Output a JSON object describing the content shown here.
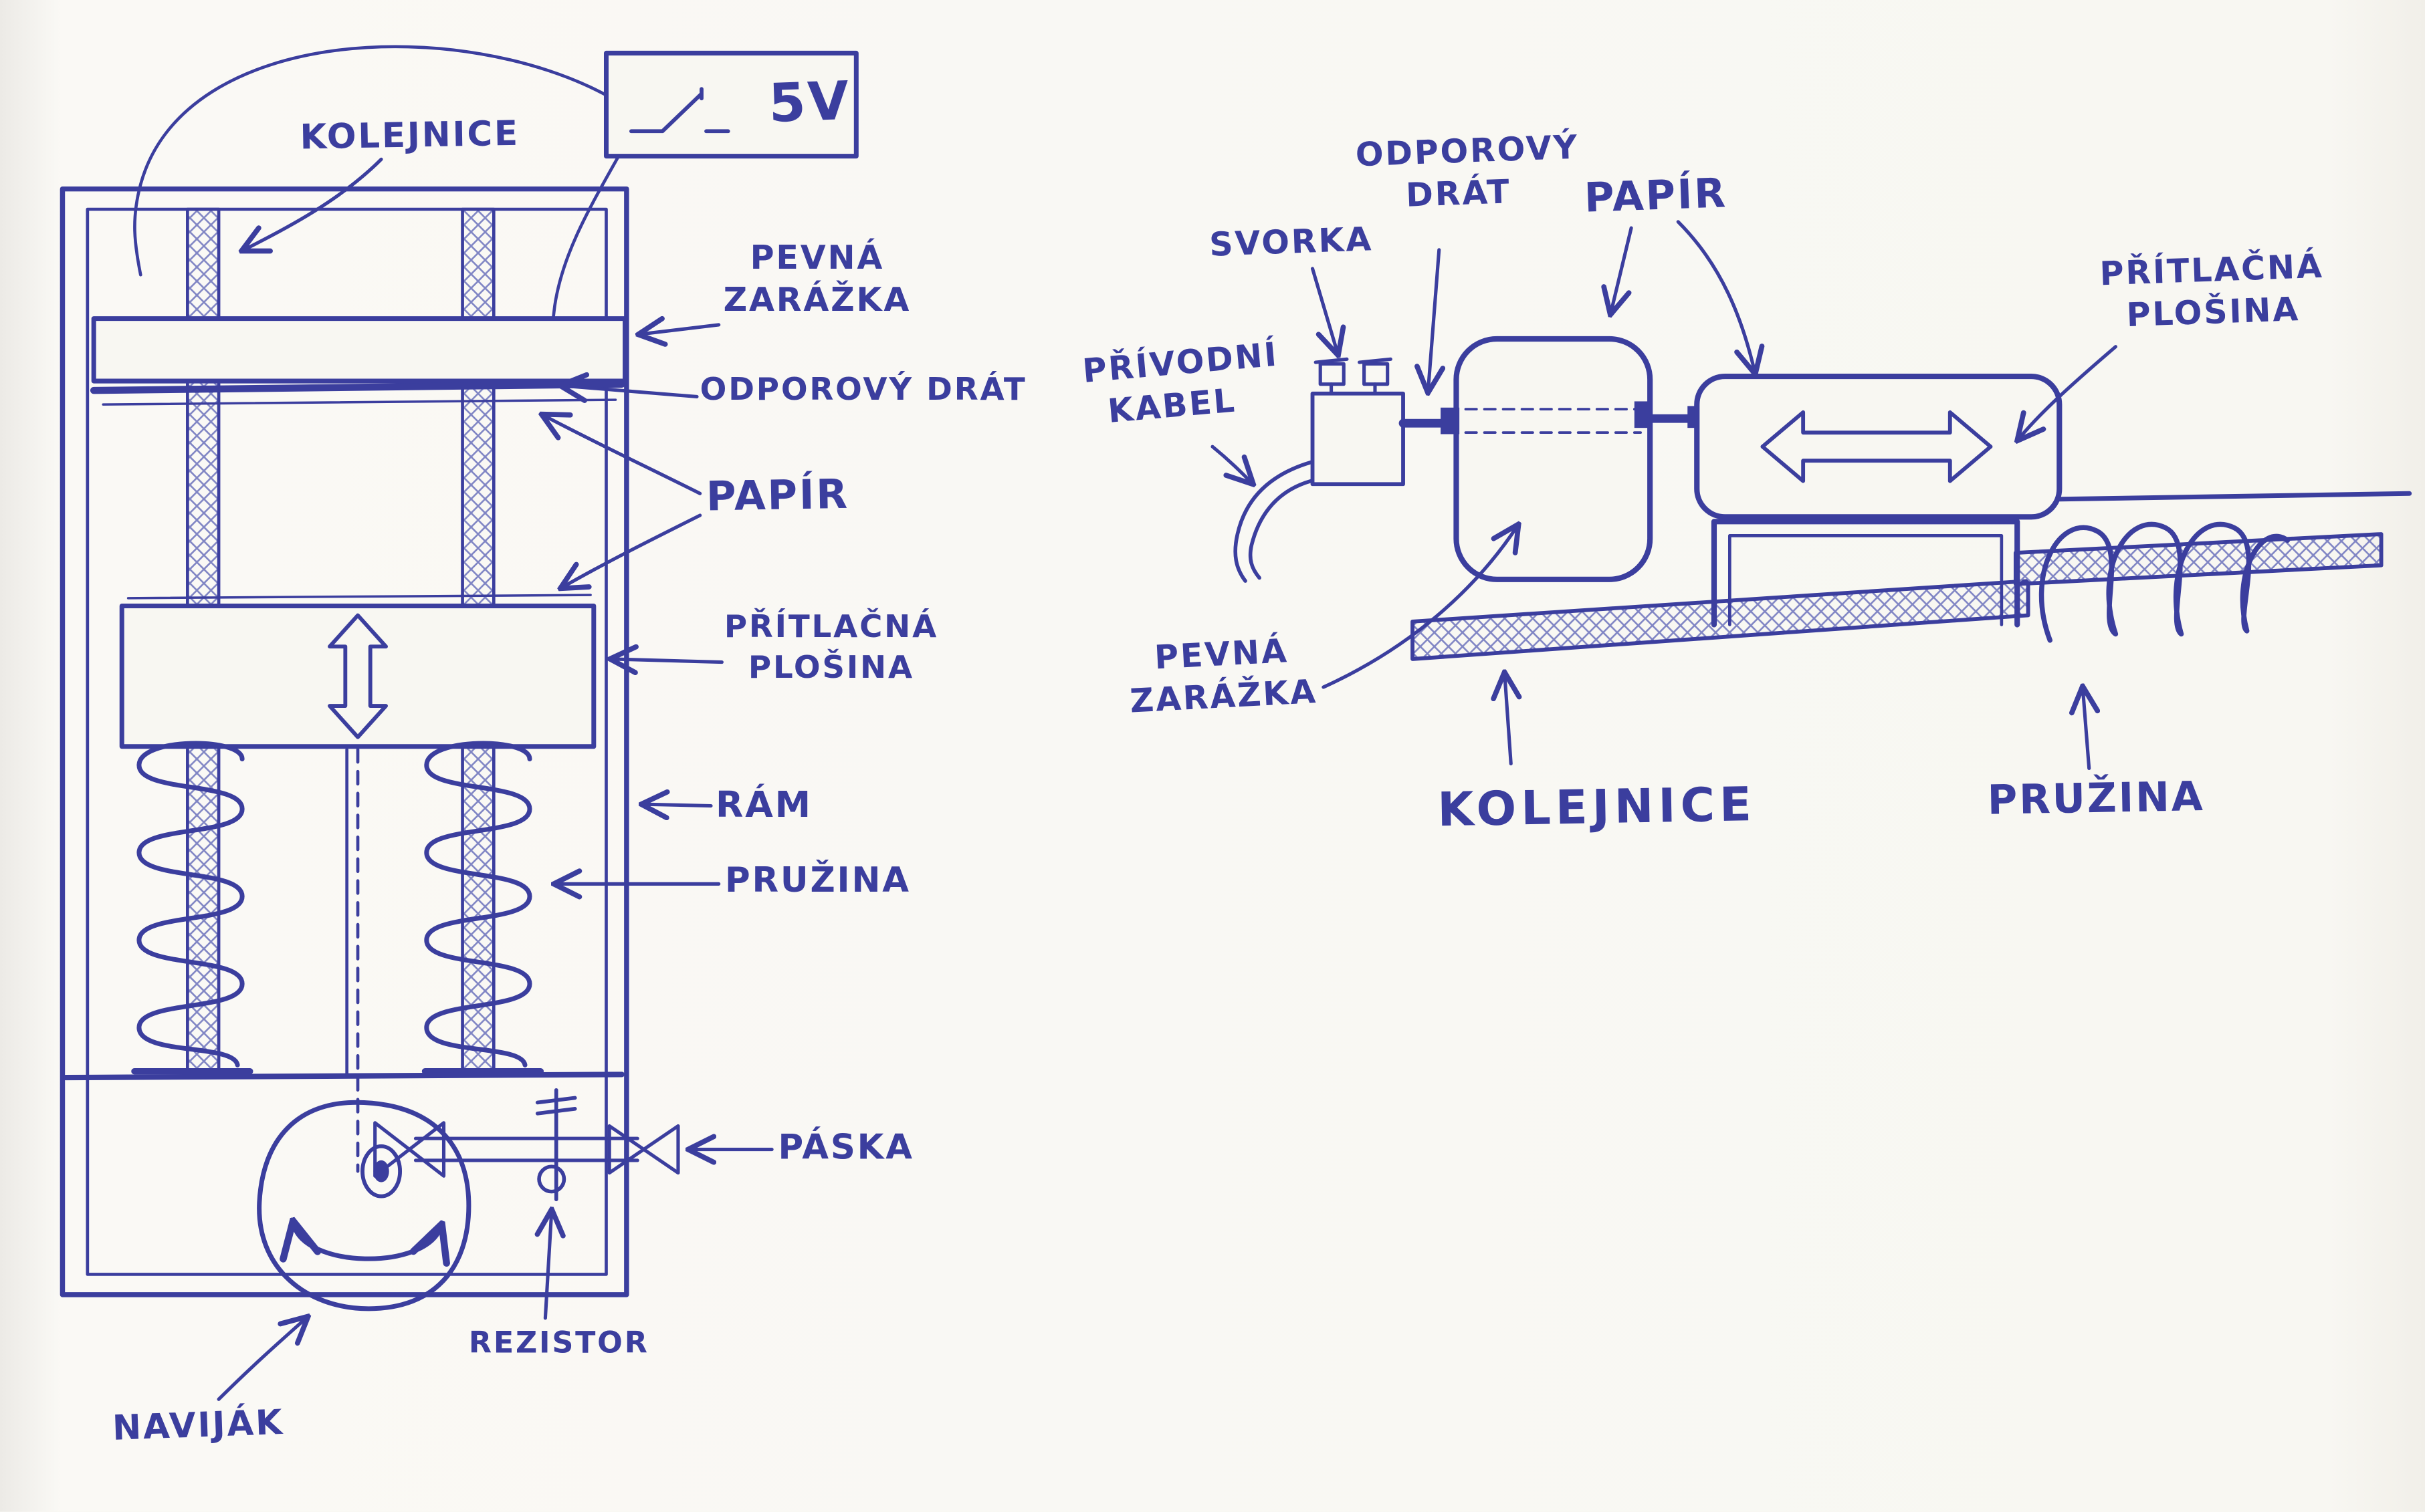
{
  "colors": {
    "ink": "#3b3e9e",
    "paper": "#f8f7f2"
  },
  "left_diagram": {
    "labels": {
      "kolejnice": "KOLEJNICE",
      "voltage": "5V",
      "pevna_zarazka": "PEVNÁ\nZARÁŽKA",
      "odporovy_drat": "ODPOROVÝ DRÁT",
      "papir": "PAPÍR",
      "pritlacna_plosina": "PŘÍTLAČNÁ\nPLOŠINA",
      "ram": "RÁM",
      "pruzina": "PRUŽINA",
      "paska": "PÁSKA",
      "rezistor": "REZISTOR",
      "navijak": "NAVIJÁK"
    }
  },
  "right_diagram": {
    "labels": {
      "svorka": "SVORKA",
      "odporovy_drat": "ODPOROVÝ\nDRÁT",
      "papir": "PAPÍR",
      "pritlacna_plosina": "PŘÍTLAČNÁ\nPLOŠINA",
      "privodni_kabel": "PŘÍVODNÍ\nKABEL",
      "pevna_zarazka": "PEVNÁ\nZARÁŽKA",
      "kolejnice": "KOLEJNICE",
      "pruzina": "PRUŽINA"
    }
  }
}
